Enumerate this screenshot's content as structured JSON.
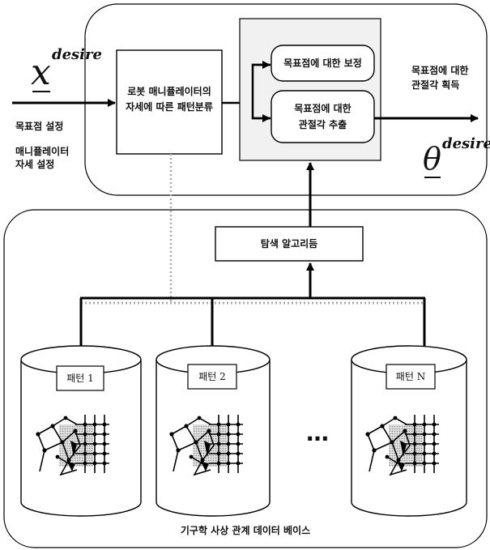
{
  "input_symbol": {
    "base": "x",
    "sup": "desire"
  },
  "output_symbol": {
    "base": "θ",
    "sup": "desire"
  },
  "left_labels": {
    "goal_setting": "목표점 설정",
    "pose_setting_line1": "매니퓰레이터",
    "pose_setting_line2": "자세 설정"
  },
  "pattern_classifier": {
    "line1": "로봇 매니퓰레이터의",
    "line2": "자세에 따른 패턴분류"
  },
  "correction_box": "목표점에 대한 보정",
  "extraction_box": {
    "line1": "목표점에 대한",
    "line2": "관절각 추출"
  },
  "output_label": {
    "line1": "목표점에 대한",
    "line2": "관절각 획득"
  },
  "search_algorithm": "탐색 알고리듬",
  "patterns": [
    {
      "label": "패턴 1"
    },
    {
      "label": "패턴 2"
    },
    {
      "label": "패턴 N"
    }
  ],
  "ellipsis": "…",
  "database_caption": "기구학 사상 관계 데이터 베이스"
}
